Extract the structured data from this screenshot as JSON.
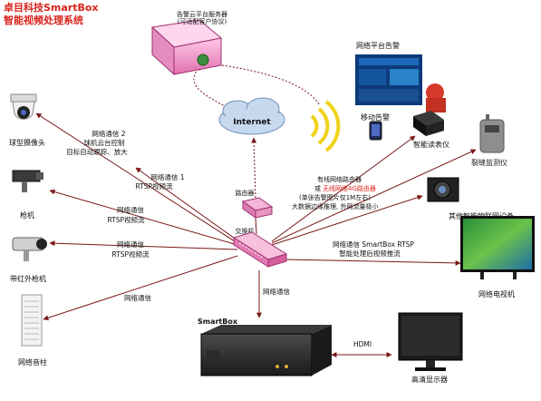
{
  "title": {
    "line1": "卓目科技SmartBox",
    "line2": "智能视频处理系统"
  },
  "nodes": {
    "alarm_server": {
      "line1": "告警云平台服务器",
      "line2": "(可适配客户协议)"
    },
    "internet": "Internet",
    "router": "路由器",
    "switch": "交换机",
    "smartbox": "SmartBox",
    "hdmi": "HDMI",
    "monitor": "高清显示器",
    "network_tv": "网络电视机",
    "platform_alarm": "网络平台告警",
    "mobile_alarm": "移动告警",
    "meter": "智能读表仪",
    "crack": "裂缝监测仪",
    "iot": "其他智能物联网设备",
    "dome_camera": "球型摄像头",
    "gun_camera": "枪机",
    "ir_camera": "带红外枪机",
    "speaker": "网络音柱"
  },
  "links": {
    "dome": {
      "line1": "网络通信 2",
      "line2": "球机云台控制",
      "line3": "目标自动跟踪、放大"
    },
    "rtsp1": {
      "line1": "网络通信 1",
      "line2": "RTSP视频流"
    },
    "rtsp_gun": {
      "line1": "网络通信",
      "line2": "RTSP视频流"
    },
    "rtsp_ir": {
      "line1": "网络通信",
      "line2": "RTSP视频流"
    },
    "speaker": "网络通信",
    "smartbox": "网络通信",
    "tv": {
      "line1": "网络通信 SmartBox RTSP",
      "line2": "智能处理后视频推流"
    },
    "router_note": {
      "line1": "有线网络路由器",
      "line2a": "或",
      "line2b": "无线网络4G路由器",
      "line3": "(单张告警图片仅1M左右)",
      "line4": "大数据边缘推理, 外网流量极小"
    }
  },
  "colors": {
    "title": "#d8231c",
    "link_line": "#7a1818",
    "highlight": "#e0261e"
  }
}
